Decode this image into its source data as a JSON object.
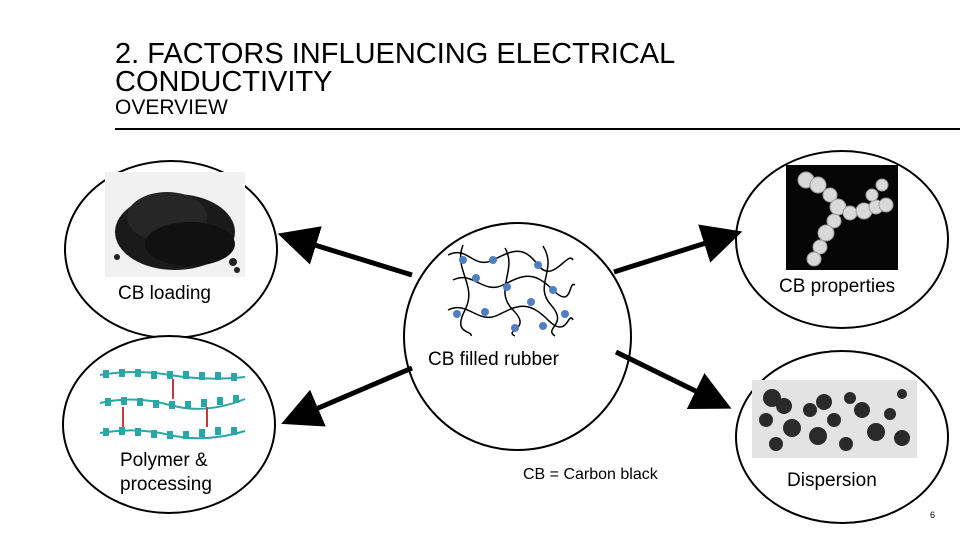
{
  "slide": {
    "title_line1": "2. FACTORS INFLUENCING ELECTRICAL",
    "title_line2": "CONDUCTIVITY",
    "subtitle": "OVERVIEW",
    "page_number": "6"
  },
  "nodes": {
    "center": "CB filled rubber",
    "top_left": "CB loading",
    "top_right": "CB properties",
    "bottom_left_line1": "Polymer &",
    "bottom_left_line2": "processing",
    "bottom_right": "Dispersion"
  },
  "footnote": "CB = Carbon black",
  "colors": {
    "line": "#000000",
    "cb_black": "#1a1a1a",
    "particle_blue": "#4f7fc1",
    "polymer_teal": "#2aa6a6",
    "crosslink_red": "#c83a3a"
  },
  "icons": [
    "carbon-black-powder-photo",
    "cb-aggregate-micrograph",
    "polymer-chains-diagram",
    "dispersion-micrograph",
    "rubber-network-diagram"
  ]
}
